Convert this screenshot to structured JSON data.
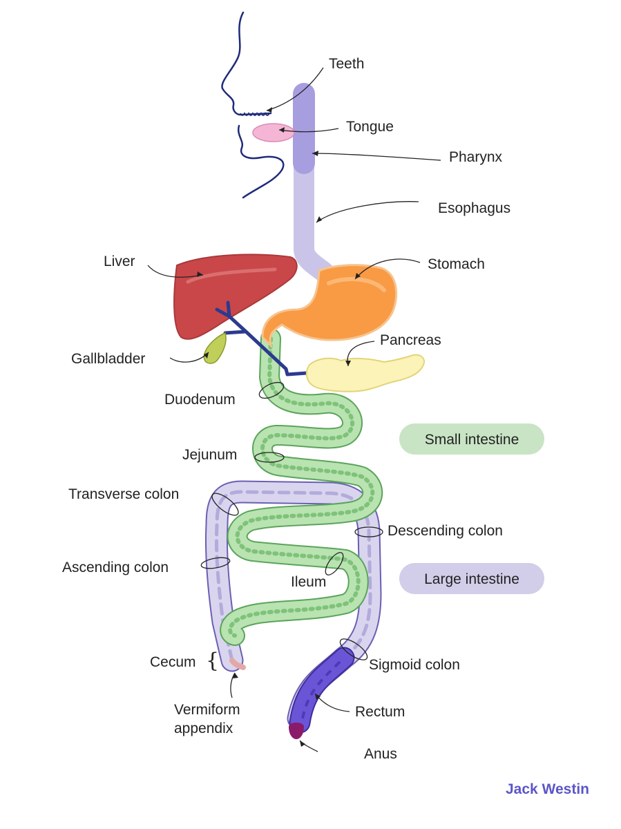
{
  "labels": {
    "teeth": "Teeth",
    "tongue": "Tongue",
    "pharynx": "Pharynx",
    "esophagus": "Esophagus",
    "liver": "Liver",
    "stomach": "Stomach",
    "pancreas": "Pancreas",
    "gallbladder": "Gallbladder",
    "duodenum": "Duodenum",
    "jejunum": "Jejunum",
    "transverse_colon": "Transverse colon",
    "descending_colon": "Descending colon",
    "ascending_colon": "Ascending colon",
    "ileum": "Ileum",
    "cecum": "Cecum",
    "sigmoid_colon": "Sigmoid colon",
    "vermiform_appendix_line1": "Vermiform",
    "vermiform_appendix_line2": "appendix",
    "rectum": "Rectum",
    "anus": "Anus"
  },
  "legend": {
    "small_intestine": "Small intestine",
    "large_intestine": "Large intestine"
  },
  "brand": "Jack Westin",
  "colors": {
    "small_intestine_legend": "#c9e4c5",
    "large_intestine_legend": "#d2cde9",
    "brand": "#5b55c9",
    "face_outline": "#1f2a7a",
    "pharynx": "#a79ee0",
    "esophagus": "#c9c4e8",
    "stomach": "#f99a45",
    "liver": "#c94749",
    "gallbladder": "#bfcf5a",
    "pancreas": "#fbf3b8",
    "small_intestine": "#b9e3b1",
    "large_intestine": "#d9d5ee",
    "rectum": "#6a55d6",
    "anus": "#8a1a6a",
    "bile_duct": "#2c3a8f"
  }
}
